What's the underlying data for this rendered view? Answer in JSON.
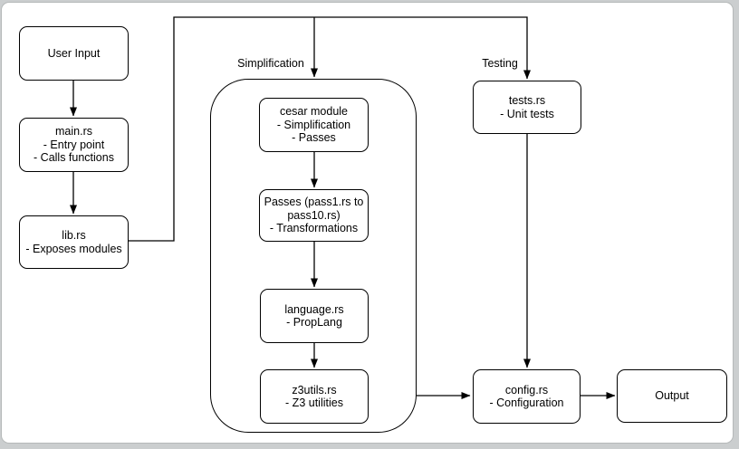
{
  "diagram": {
    "group_labels": {
      "simplification": "Simplification",
      "testing": "Testing"
    },
    "nodes": {
      "user_input": {
        "lines": [
          "User Input"
        ]
      },
      "main_rs": {
        "lines": [
          "main.rs",
          "- Entry point",
          "- Calls functions"
        ]
      },
      "lib_rs": {
        "lines": [
          "lib.rs",
          "- Exposes modules"
        ]
      },
      "cesar": {
        "lines": [
          "cesar module",
          "- Simplification",
          "- Passes"
        ]
      },
      "passes": {
        "lines": [
          "Passes (pass1.rs to",
          "pass10.rs)",
          "- Transformations"
        ]
      },
      "language_rs": {
        "lines": [
          "language.rs",
          "- PropLang"
        ]
      },
      "z3utils_rs": {
        "lines": [
          "z3utils.rs",
          "- Z3 utilities"
        ]
      },
      "tests_rs": {
        "lines": [
          "tests.rs",
          "- Unit tests"
        ]
      },
      "config_rs": {
        "lines": [
          "config.rs",
          "- Configuration"
        ]
      },
      "output": {
        "lines": [
          "Output"
        ]
      }
    },
    "colors": {
      "stroke": "#000000",
      "text": "#000000",
      "canvas": "#ffffff",
      "frame": "#cbcecf"
    }
  }
}
